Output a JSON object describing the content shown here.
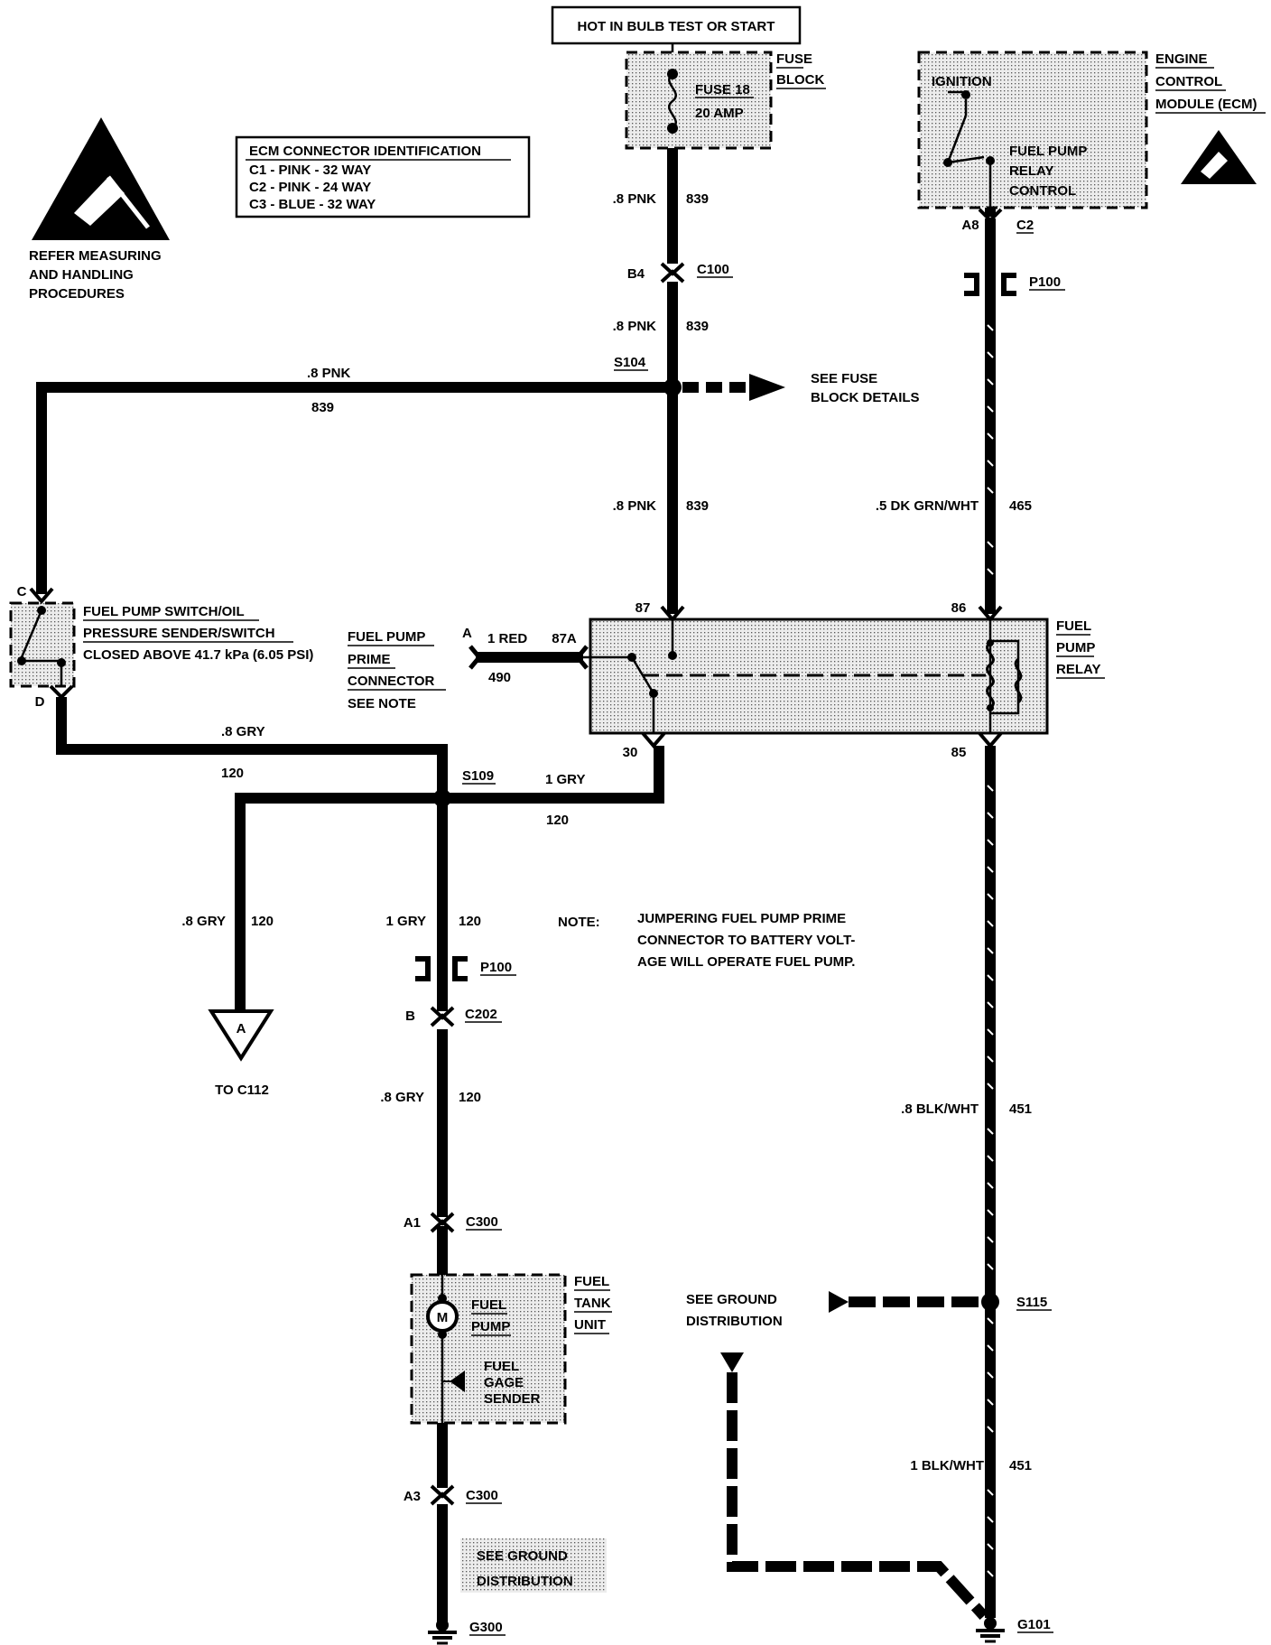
{
  "header": {
    "power_source": "HOT IN BULB TEST OR START"
  },
  "esd_warning": {
    "line1": "REFER MEASURING",
    "line2": "AND HANDLING",
    "line3": "PROCEDURES"
  },
  "ecm_connector_id": {
    "title": "ECM CONNECTOR IDENTIFICATION",
    "rows": [
      "C1 - PINK - 32 WAY",
      "C2 - PINK - 24 WAY",
      "C3 - BLUE - 32 WAY"
    ]
  },
  "fuse_block": {
    "label1": "FUSE",
    "label2": "BLOCK",
    "fuse_name": "FUSE 18",
    "fuse_rating": "20 AMP"
  },
  "ecm": {
    "label1": "ENGINE",
    "label2": "CONTROL",
    "label3": "MODULE (ECM)",
    "ignition": "IGNITION",
    "relay_ctrl1": "FUEL PUMP",
    "relay_ctrl2": "RELAY",
    "relay_ctrl3": "CONTROL",
    "pin": "A8",
    "connector": "C2"
  },
  "connectors": {
    "c100_pin": "B4",
    "c100": "C100",
    "p100": "P100",
    "c202_pin": "B",
    "c202": "C202",
    "c300_pin_a1": "A1",
    "c300_a": "C300",
    "c300_pin_a3": "A3",
    "c300_b": "C300"
  },
  "splices": {
    "s104": "S104",
    "s109": "S109",
    "s115": "S115"
  },
  "grounds": {
    "g300": "G300",
    "g101": "G101"
  },
  "wires": {
    "pnk_size": ".8 PNK",
    "pnk_circuit": "839",
    "grnwht_size": ".5 DK GRN/WHT",
    "grnwht_circuit": "465",
    "red_size": "1 RED",
    "red_circuit": "490",
    "gry8_size": ".8 GRY",
    "gry1_size": "1 GRY",
    "gry_circuit": "120",
    "blkwht8_size": ".8 BLK/WHT",
    "blkwht1_size": "1 BLK/WHT",
    "blkwht_circuit": "451"
  },
  "see_fuse": {
    "line1": "SEE FUSE",
    "line2": "BLOCK DETAILS"
  },
  "pump_switch": {
    "pin_c": "C",
    "pin_d": "D",
    "line1": "FUEL PUMP SWITCH/OIL",
    "line2": "PRESSURE SENDER/SWITCH",
    "line3": "CLOSED ABOVE 41.7 kPa (6.05 PSI)"
  },
  "prime": {
    "line1": "FUEL PUMP",
    "line2": "PRIME",
    "line3": "CONNECTOR",
    "line4": "SEE NOTE",
    "pin_a": "A"
  },
  "relay": {
    "label1": "FUEL",
    "label2": "PUMP",
    "label3": "RELAY",
    "pin_87": "87",
    "pin_86": "86",
    "pin_87a": "87A",
    "pin_30": "30",
    "pin_85": "85"
  },
  "offpage": {
    "letter": "A",
    "label": "TO C112"
  },
  "note": {
    "title": "NOTE:",
    "line1": "JUMPERING FUEL PUMP PRIME",
    "line2": "CONNECTOR TO BATTERY VOLT-",
    "line3": "AGE WILL OPERATE FUEL PUMP."
  },
  "tank_unit": {
    "label1": "FUEL",
    "label2": "TANK",
    "label3": "UNIT",
    "motor": "M",
    "pump1": "FUEL",
    "pump2": "PUMP",
    "gage1": "FUEL",
    "gage2": "GAGE",
    "gage3": "SENDER"
  },
  "ground_dist": {
    "line1": "SEE GROUND",
    "line2": "DISTRIBUTION"
  },
  "ground_dist2": {
    "line1": "SEE GROUND",
    "line2": "DISTRIBUTION"
  }
}
